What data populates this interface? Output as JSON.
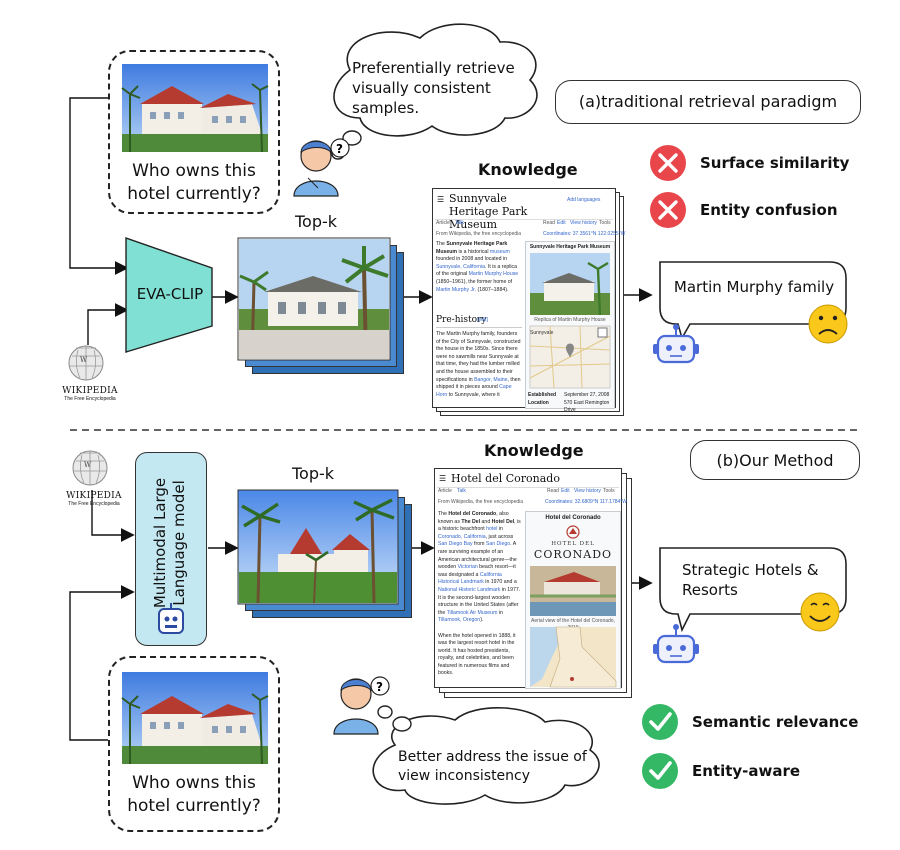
{
  "top": {
    "question": "Who owns this hotel currently?",
    "thought": "Preferentially retrieve visually consistent samples.",
    "paradigm_label": "(a)traditional retrieval paradigm",
    "encoder_label": "EVA-CLIP",
    "topk_label": "Top-k",
    "knowledge_label": "Knowledge",
    "answer": "Martin Murphy family",
    "issues": [
      "Surface similarity",
      "Entity confusion"
    ],
    "wiki_page": {
      "title": "Sunnyvale Heritage Park Museum",
      "tabs": [
        "Article",
        "Talk"
      ],
      "actions": [
        "Read",
        "Edit",
        "View history",
        "Tools"
      ],
      "languages": "Add languages",
      "from": "From Wikipedia, the free encyclopedia",
      "coords": "Coordinates: 37.3561°N 122.0255°W",
      "infobox_title": "Sunnyvale Heritage Park Museum",
      "caption": "Replica of Martin Murphy House",
      "map_label": "Sunnyvale",
      "established_key": "Established",
      "established_val": "September 27, 2008",
      "location_key": "Location",
      "location_val": "570 East Remington Drive",
      "section": "Pre-history",
      "edit": "[edit]"
    }
  },
  "bottom": {
    "question": "Who owns this hotel currently?",
    "thought": "Better address the issue of view inconsistency",
    "method_label": "(b)Our Method",
    "model_label": "Multimodal Large Language model",
    "topk_label": "Top-k",
    "knowledge_label": "Knowledge",
    "answer": "Strategic Hotels & Resorts",
    "benefits": [
      "Semantic relevance",
      "Entity-aware"
    ],
    "wiki_page": {
      "title": "Hotel del Coronado",
      "tabs": [
        "Article",
        "Talk"
      ],
      "actions": [
        "Read",
        "Edit",
        "View history",
        "Tools"
      ],
      "from": "From Wikipedia, the free encyclopedia",
      "coords": "Coordinates: 32.6809°N 117.1784°W",
      "infobox_title": "Hotel del Coronado",
      "logo_top": "HOTEL DEL",
      "logo_main": "CORONADO",
      "caption": "Aerial view of the Hotel del Coronado, 2019"
    }
  },
  "wikipedia": {
    "name": "WIKIPEDIA",
    "tagline": "The Free Encyclopedia"
  },
  "colors": {
    "encoder_fill": "#7fe0d3",
    "mllm_fill": "#c4e8f2",
    "cross": "#e8464a",
    "check": "#35b865",
    "sad_face": "#f9c81a",
    "robot": "#4a6ad8",
    "link": "#3366cc"
  }
}
